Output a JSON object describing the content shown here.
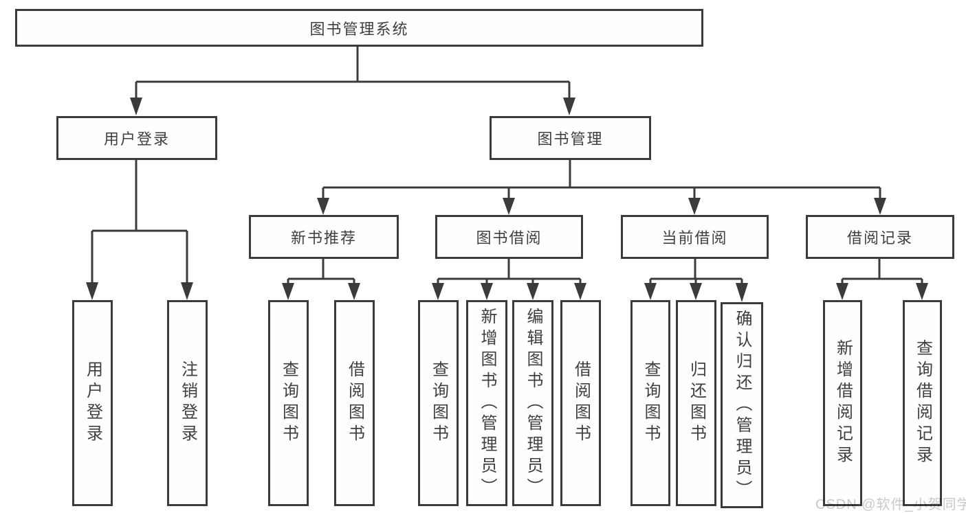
{
  "diagram": {
    "title": "图书管理系统",
    "root": {
      "label": "图书管理系统"
    },
    "level2": [
      {
        "label": "用户登录"
      },
      {
        "label": "图书管理"
      }
    ],
    "level3": [
      {
        "label": "新书推荐",
        "parent": "图书管理"
      },
      {
        "label": "图书借阅",
        "parent": "图书管理"
      },
      {
        "label": "当前借阅",
        "parent": "图书管理"
      },
      {
        "label": "借阅记录",
        "parent": "图书管理"
      }
    ],
    "leaves": [
      {
        "label": "用户登录",
        "parent": "用户登录"
      },
      {
        "label": "注销登录",
        "parent": "用户登录"
      },
      {
        "label": "查询图书",
        "parent": "新书推荐"
      },
      {
        "label": "借阅图书",
        "parent": "新书推荐"
      },
      {
        "label": "查询图书",
        "parent": "图书借阅"
      },
      {
        "label": "新增图书（管理员）",
        "parent": "图书借阅"
      },
      {
        "label": "编辑图书（管理员）",
        "parent": "图书借阅"
      },
      {
        "label": "借阅图书",
        "parent": "图书借阅"
      },
      {
        "label": "查询图书",
        "parent": "当前借阅"
      },
      {
        "label": "归还图书",
        "parent": "当前借阅"
      },
      {
        "label": "确认归还（管理员）",
        "parent": "当前借阅"
      },
      {
        "label": "新增借阅记录",
        "parent": "借阅记录"
      },
      {
        "label": "查询借阅记录",
        "parent": "借阅记录"
      }
    ]
  },
  "watermark": {
    "text": "CSDN @软件_小贺同学"
  },
  "colors": {
    "line": "#3b3b3b",
    "text": "#3f3f3f",
    "watermark": "#c9c9c9",
    "background": "#ffffff"
  }
}
